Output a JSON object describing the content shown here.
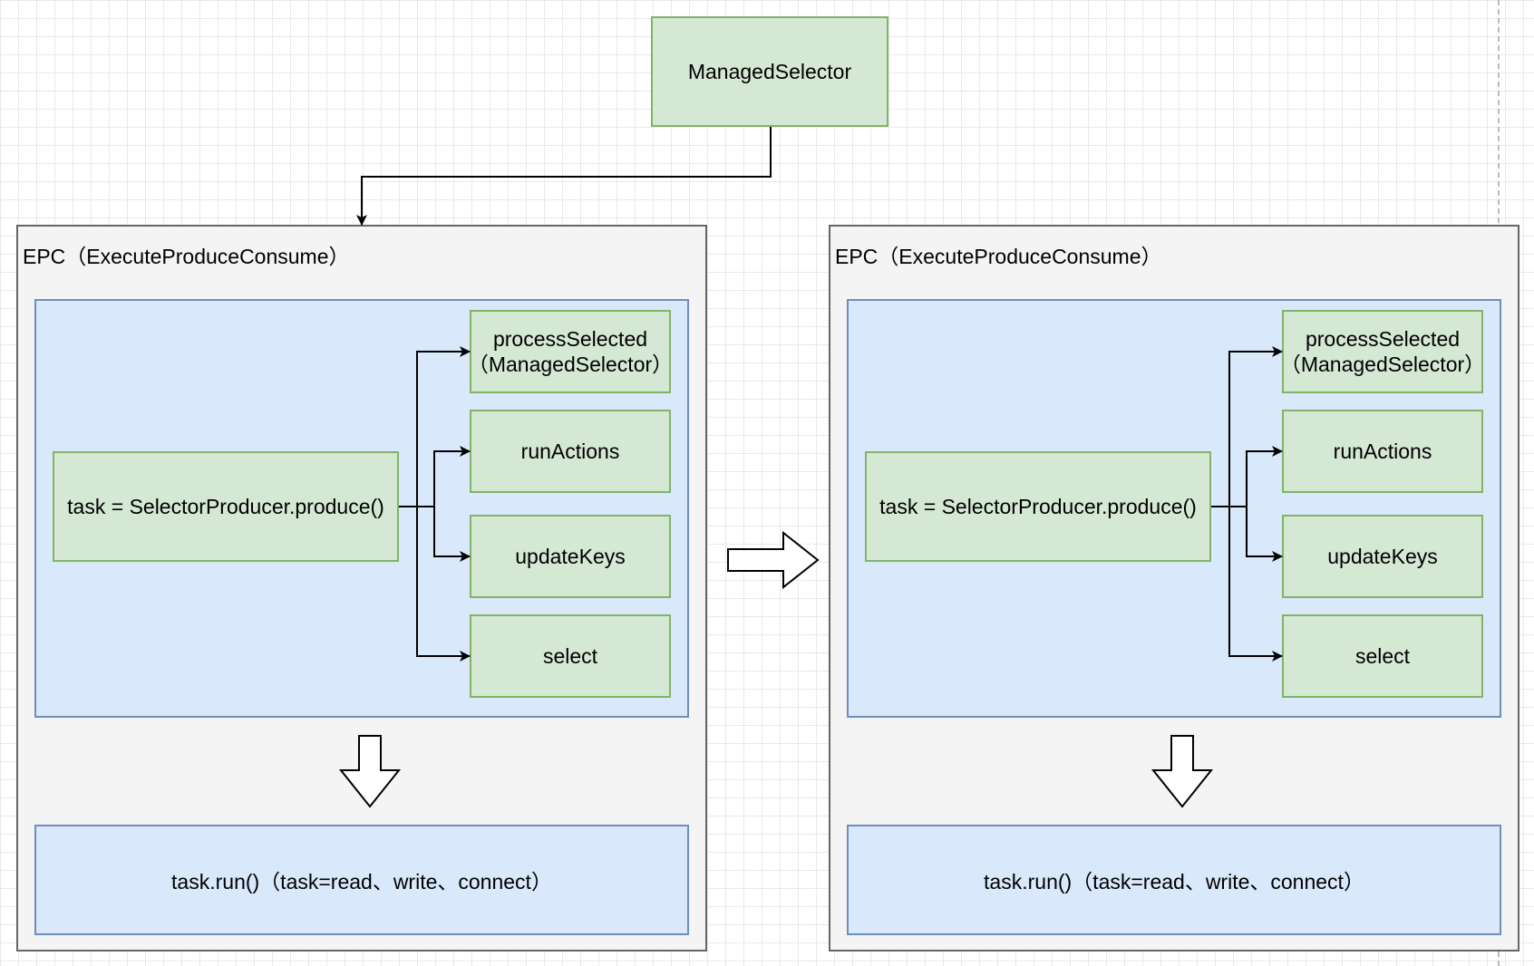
{
  "top_node": {
    "label": "ManagedSelector"
  },
  "containers": [
    {
      "title": "EPC（ExecuteProduceConsume）",
      "producer": "task = SelectorProducer.produce()",
      "tasks": [
        "processSelected\n（ManagedSelector）",
        "runActions",
        "updateKeys",
        "select"
      ],
      "run": "task.run()（task=read、write、connect）"
    },
    {
      "title": "EPC（ExecuteProduceConsume）",
      "producer": "task = SelectorProducer.produce()",
      "tasks": [
        "processSelected\n（ManagedSelector）",
        "runActions",
        "updateKeys",
        "select"
      ],
      "run": "task.run()（task=read、write、connect）"
    }
  ],
  "colors": {
    "green_fill": "#d5e8d4",
    "green_stroke": "#82b366",
    "blue_fill": "#dae8fc",
    "blue_stroke": "#6c8ebf",
    "gray_fill": "#f4f4f4",
    "gray_stroke": "#666666"
  }
}
